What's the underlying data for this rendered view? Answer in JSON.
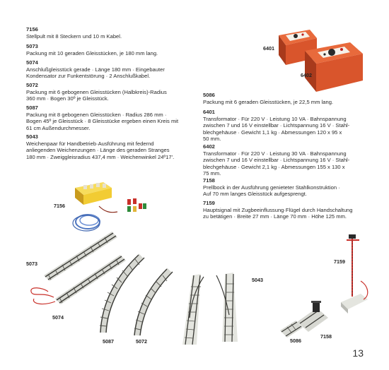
{
  "left_column": [
    {
      "number": "7156",
      "text": "Stellpult mit 8 Steckern und 10 m Kabel."
    },
    {
      "number": "5073",
      "text": "Packung mit 10 geraden Gleisstücken, je 180 mm lang."
    },
    {
      "number": "5074",
      "text": "Anschlußgleisstück gerade · Länge 180 mm · Eingebauter\nKondensator zur Funkentstörung · 2 Anschlußkabel."
    },
    {
      "number": "5072",
      "text": "Packung mit 6 gebogenen Gleisstücken (Halbkreis)-Radius\n360 mm · Bogen 30º je Gleisstück."
    },
    {
      "number": "5087",
      "text": "Packung mit 8 gebogenen Gleisstücken · Radius 286 mm ·\nBogen 45º je Gleisstück · 8 Gleisstücke ergeben einen Kreis mit\n61 cm Außendurchmesser."
    },
    {
      "number": "5043",
      "text": "Weichenpaar für Handbetrieb·Ausführung mit federnd\nanliegenden Weichenzungen · Länge des geraden Stranges\n180 mm · Zweiggleisradius 437,4 mm · Weichenwinkel 24º17'."
    }
  ],
  "right_column": [
    {
      "number": "5086",
      "text": "Packung mit 6 geraden Gleisstücken, je 22,5 mm lang."
    },
    {
      "number": "6401",
      "text": "Transformator · Für 220 V · Leistung 10 VA · Bahnspannung\nzwischen 7 und 16 V einstellbar · Lichtspannung 16 V · Stahl-\nblechgehäuse · Gewicht 1,1 kg · Abmessungen 120 x 95 x\n50 mm."
    },
    {
      "number": "6402",
      "text": "Transformator · Für 220 V · Leistung 30 VA · Bahnspannung\nzwischen 7 und 16 V einstellbar · Lichtspannung 16 V · Stahl-\nblechgehäuse · Gewicht 2,1 kg · Abmessungen 155 x 130 x\n75 mm."
    },
    {
      "number": "7158",
      "text": "Prellbock in der Ausführung genieteter Stahlkonstruktion ·\nAuf 70 mm langes Gleisstück aufgesprengt."
    },
    {
      "number": "7159",
      "text": "Hauptsignal mit Zugbeeinflussung·Flügel durch Handschaltung\nzu betätigen · Breite 27 mm · Länge 70 mm · Höhe 125 mm."
    }
  ],
  "labels": {
    "l6401": "6401",
    "l6402": "6402",
    "l7156": "7156",
    "l5073": "5073",
    "l5074": "5074",
    "l5087": "5087",
    "l5072": "5072",
    "l5043": "5043",
    "l5086": "5086",
    "l7158": "7158",
    "l7159": "7159"
  },
  "page_number": "13",
  "colors": {
    "transformer_red": "#d9552c",
    "transformer_dark": "#a83a1c",
    "controller_yellow": "#f2cc33",
    "cable_blue": "#4f76c0",
    "track_dark": "#3a3a36",
    "track_bed": "#d7d8d2",
    "signal_red": "#c9302a"
  }
}
